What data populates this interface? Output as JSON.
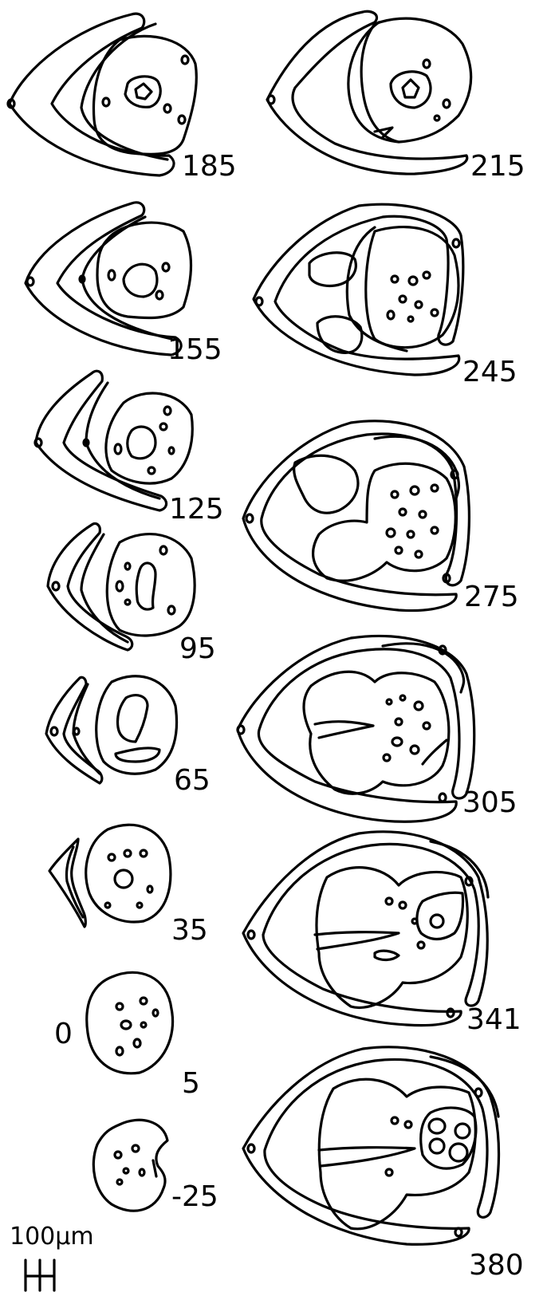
{
  "figure": {
    "sections": [
      {
        "id": "s185",
        "label": "185",
        "column": "left"
      },
      {
        "id": "s155",
        "label": "155",
        "column": "left"
      },
      {
        "id": "s125",
        "label": "125",
        "column": "left"
      },
      {
        "id": "s95",
        "label": "95",
        "column": "left"
      },
      {
        "id": "s65",
        "label": "65",
        "column": "left"
      },
      {
        "id": "s35",
        "label": "35",
        "column": "left"
      },
      {
        "id": "s5",
        "label": "5",
        "column": "left"
      },
      {
        "id": "sm25",
        "label": "-25",
        "column": "left"
      },
      {
        "id": "s215",
        "label": "215",
        "column": "right"
      },
      {
        "id": "s245",
        "label": "245",
        "column": "right"
      },
      {
        "id": "s275",
        "label": "275",
        "column": "right"
      },
      {
        "id": "s305",
        "label": "305",
        "column": "right"
      },
      {
        "id": "s341",
        "label": "341",
        "column": "right"
      },
      {
        "id": "s380",
        "label": "380",
        "column": "right"
      }
    ],
    "zero_marker": "0",
    "scale_bar": {
      "label": "100µm"
    }
  }
}
